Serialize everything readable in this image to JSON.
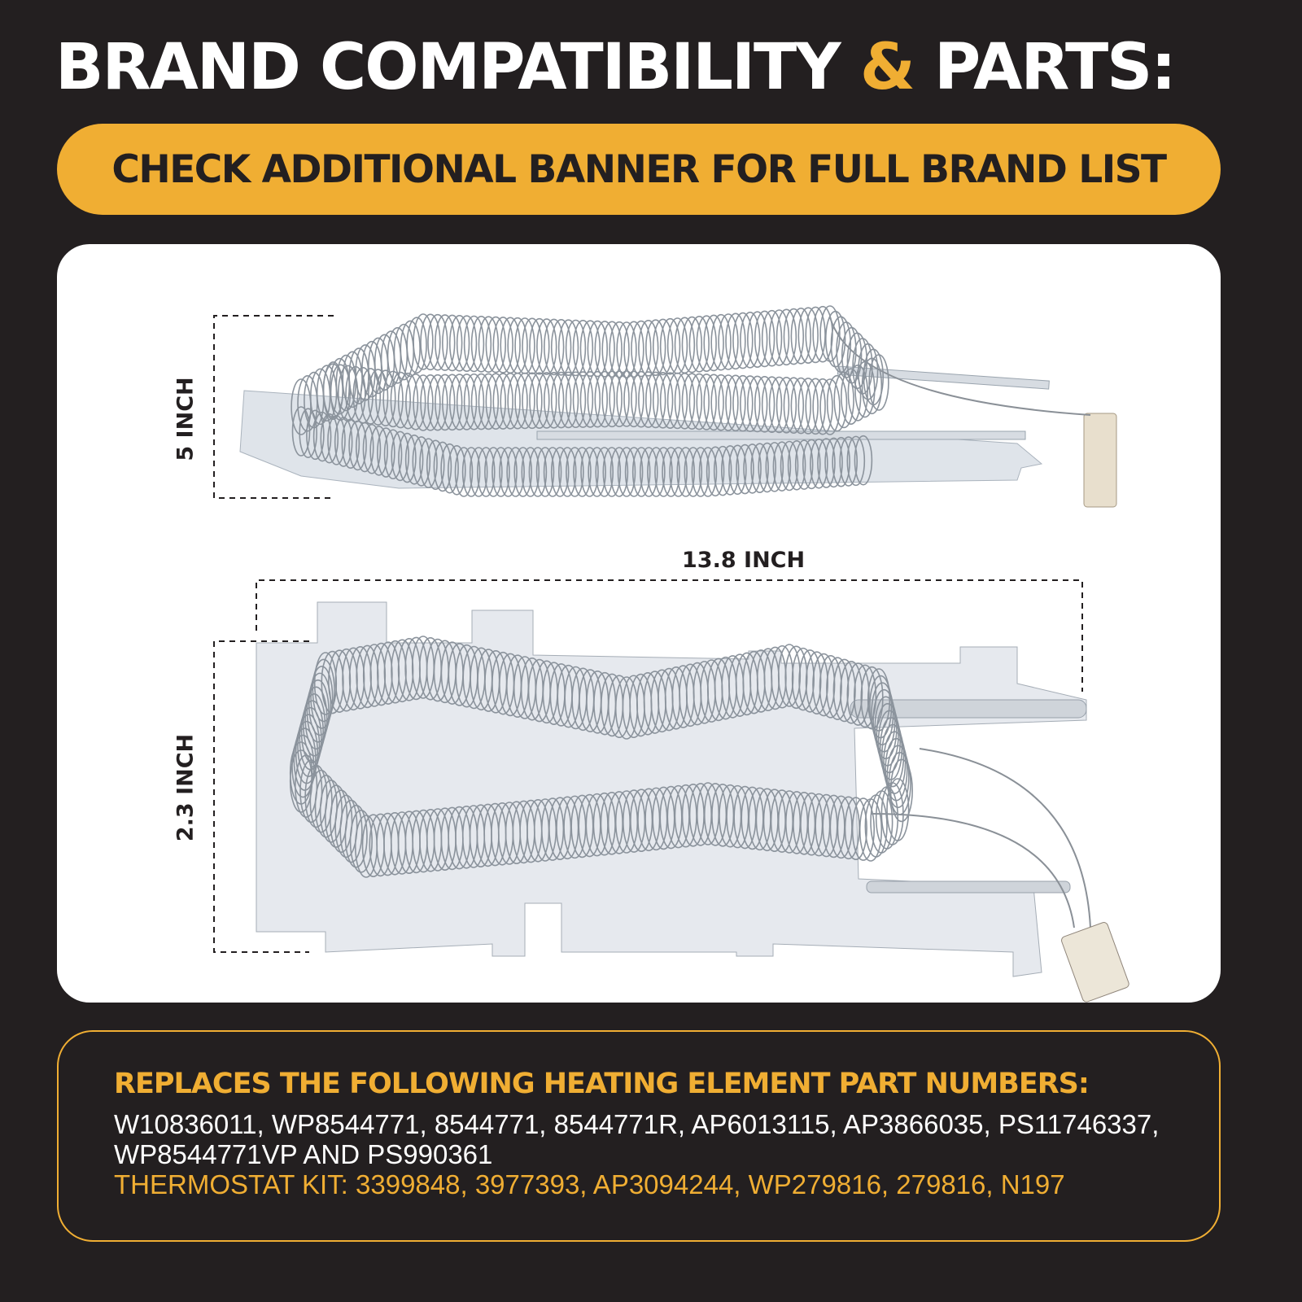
{
  "title": {
    "part1": "BRAND COMPATIBILITY",
    "amp": "&",
    "part2": "PARTS:"
  },
  "banner": "CHECK ADDITIONAL BANNER FOR FULL BRAND LIST",
  "dimensions": {
    "top_height": "5 INCH",
    "length": "13.8 INCH",
    "bottom_height": "2.3 INCH"
  },
  "parts": {
    "heading": "REPLACES THE FOLLOWING  HEATING ELEMENT PART NUMBERS:",
    "line1": "W10836011, WP8544771, 8544771, 8544771R, AP6013115, AP3866035, PS11746337,",
    "line2": "WP8544771VP AND PS990361",
    "thermostat": "THERMOSTAT KIT: 3399848, 3977393, AP3094244, WP279816, 279816, N197"
  },
  "colors": {
    "background": "#231f20",
    "accent": "#f0ae33",
    "panel": "#ffffff"
  }
}
